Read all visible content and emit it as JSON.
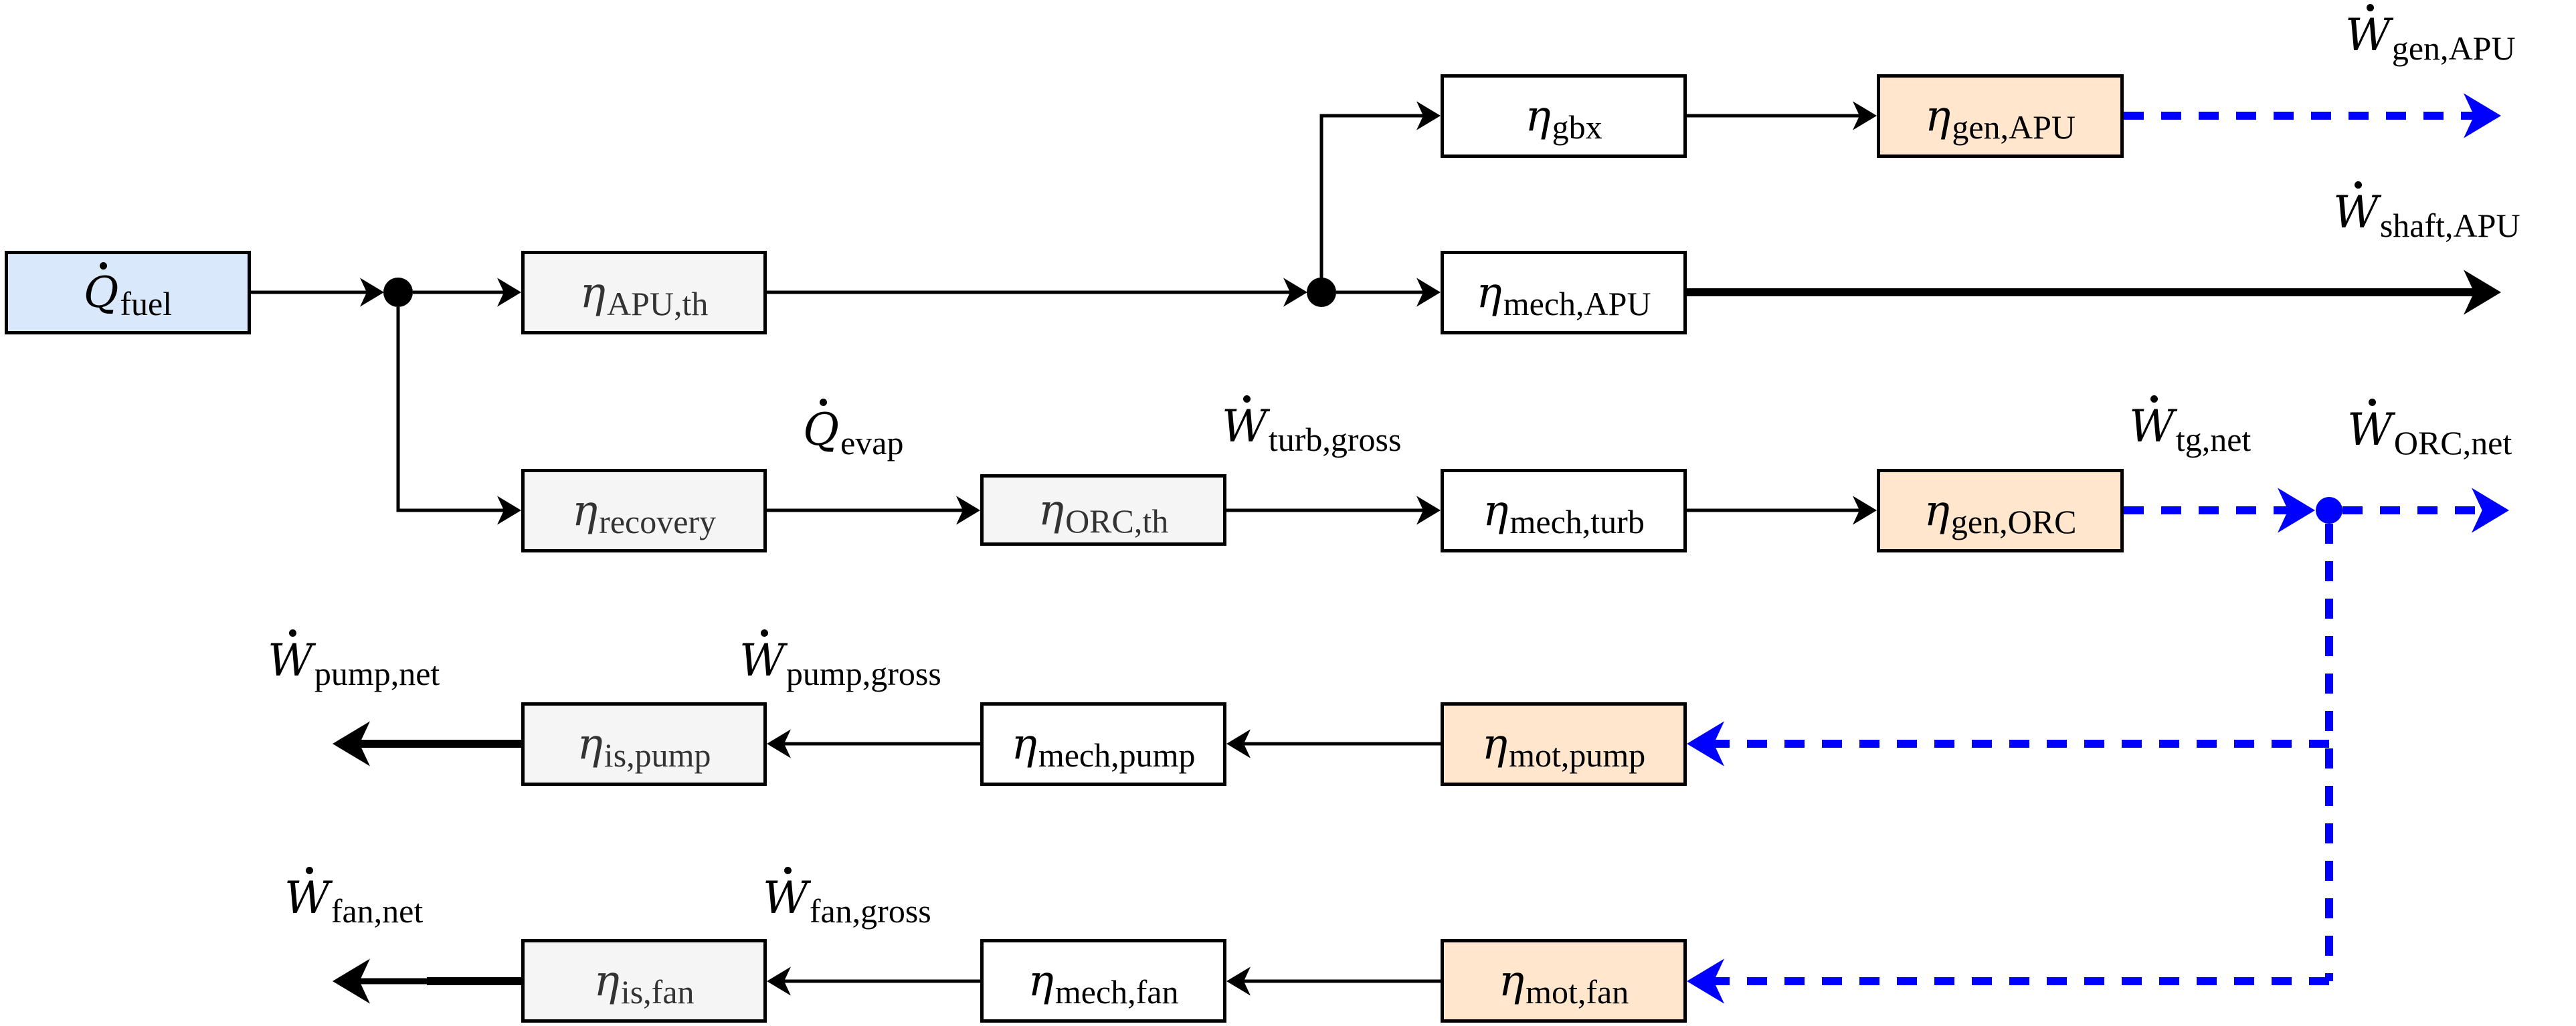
{
  "diagram": {
    "colors": {
      "input_fill": "#DAE8FC",
      "thermal_fill": "#F5F5F5",
      "mechanical_fill": "#FFFFFF",
      "electrical_fill": "#FFE6CC",
      "electric_flow": "#0000FF",
      "mechanical_flow": "#000000"
    },
    "blocks": {
      "q_fuel": {
        "symbol": "Q",
        "dot": true,
        "subscript": "fuel"
      },
      "eta_apu_th": {
        "symbol": "η",
        "subscript": "APU,th"
      },
      "eta_gbx": {
        "symbol": "η",
        "subscript": "gbx"
      },
      "eta_gen_apu": {
        "symbol": "η",
        "subscript": "gen,APU"
      },
      "eta_mech_apu": {
        "symbol": "η",
        "subscript": "mech,APU"
      },
      "eta_recovery": {
        "symbol": "η",
        "subscript": "recovery"
      },
      "eta_orc_th": {
        "symbol": "η",
        "subscript": "ORC,th"
      },
      "eta_mech_turb": {
        "symbol": "η",
        "subscript": "mech,turb"
      },
      "eta_gen_orc": {
        "symbol": "η",
        "subscript": "gen,ORC"
      },
      "eta_is_pump": {
        "symbol": "η",
        "subscript": "is,pump"
      },
      "eta_mech_pump": {
        "symbol": "η",
        "subscript": "mech,pump"
      },
      "eta_mot_pump": {
        "symbol": "η",
        "subscript": "mot,pump"
      },
      "eta_is_fan": {
        "symbol": "η",
        "subscript": "is,fan"
      },
      "eta_mech_fan": {
        "symbol": "η",
        "subscript": "mech,fan"
      },
      "eta_mot_fan": {
        "symbol": "η",
        "subscript": "mot,fan"
      }
    },
    "flow_labels": {
      "w_gen_apu": {
        "symbol": "W",
        "subscript": "gen,APU"
      },
      "w_shaft_apu": {
        "symbol": "W",
        "subscript": "shaft,APU"
      },
      "q_evap": {
        "symbol": "Q",
        "subscript": "evap"
      },
      "w_turb_gross": {
        "symbol": "W",
        "subscript": "turb,gross"
      },
      "w_tg_net": {
        "symbol": "W",
        "subscript": "tg,net"
      },
      "w_orc_net": {
        "symbol": "W",
        "subscript": "ORC,net"
      },
      "w_pump_net": {
        "symbol": "W",
        "subscript": "pump,net"
      },
      "w_pump_gross": {
        "symbol": "W",
        "subscript": "pump,gross"
      },
      "w_fan_net": {
        "symbol": "W",
        "subscript": "fan,net"
      },
      "w_fan_gross": {
        "symbol": "W",
        "subscript": "fan,gross"
      }
    }
  }
}
